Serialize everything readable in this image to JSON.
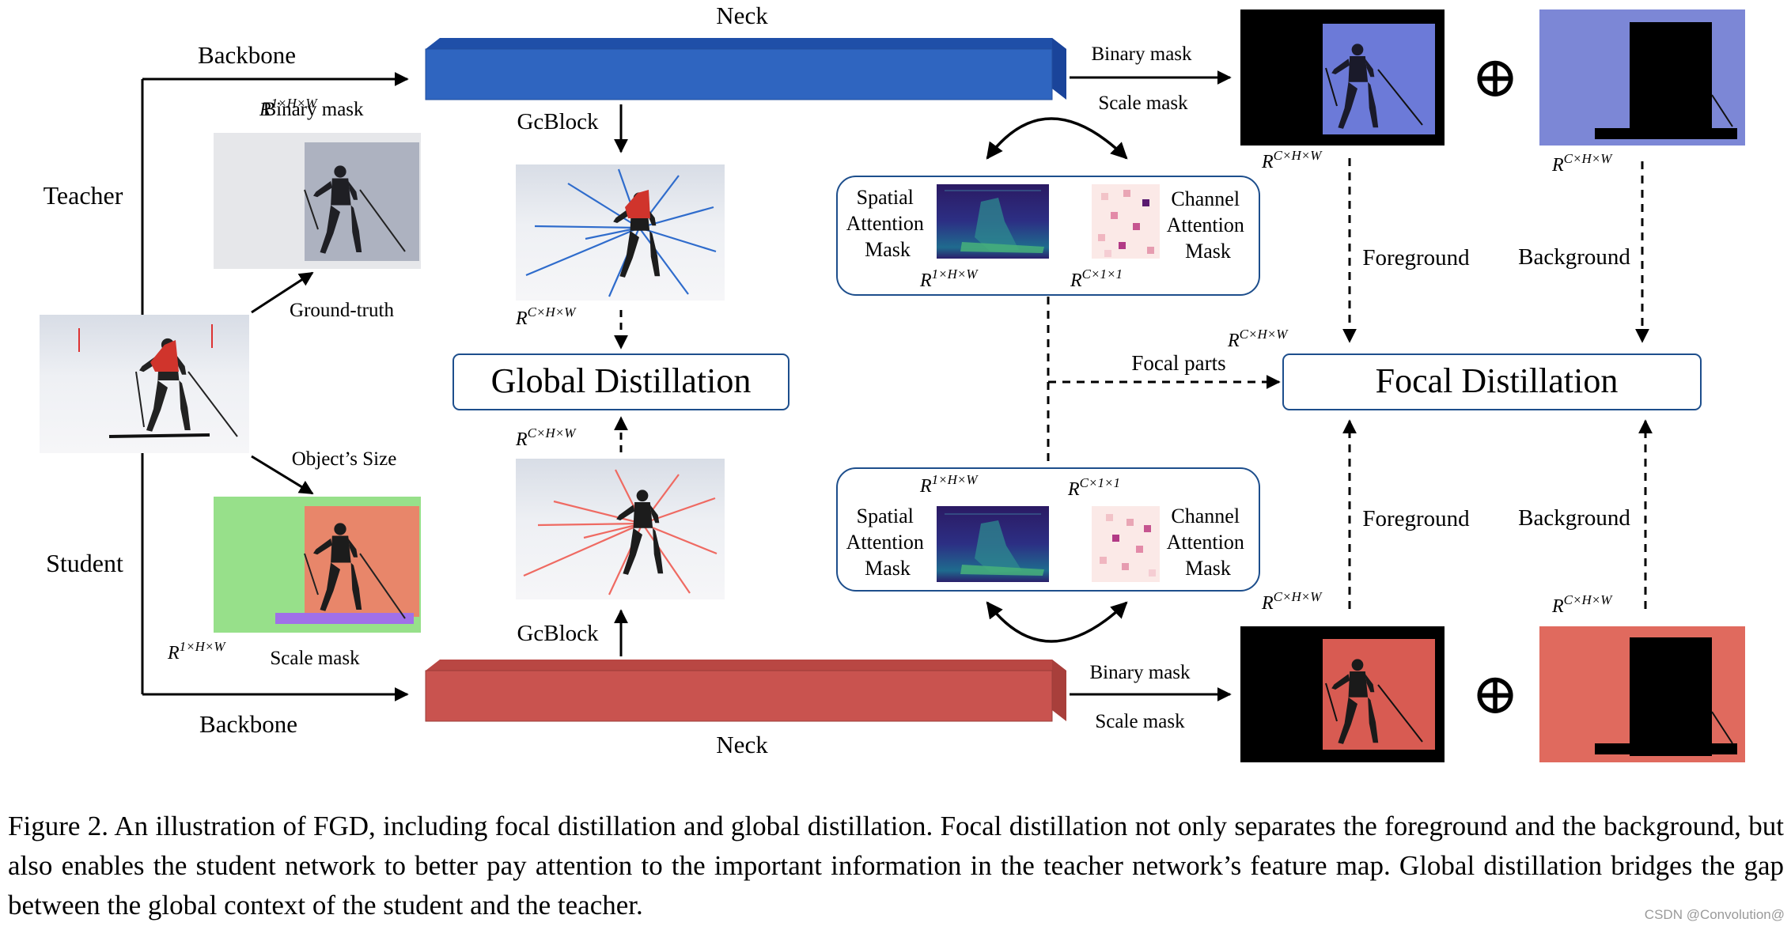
{
  "labels": {
    "teacher": "Teacher",
    "student": "Student",
    "backbone": "Backbone",
    "neck": "Neck",
    "gcblock": "GcBlock",
    "binary_mask": "Binary mask",
    "scale_mask": "Scale mask",
    "ground_truth": "Ground-truth",
    "objects_size": "Object’s Size",
    "global_distillation": "Global Distillation",
    "focal_distillation": "Focal Distillation",
    "focal_parts": "Focal parts",
    "foreground": "Foreground",
    "background": "Background",
    "spatial_attention_mask": [
      "Spatial",
      "Attention",
      "Mask"
    ],
    "channel_attention_mask": [
      "Channel",
      "Attention",
      "Mask"
    ],
    "oplus": "⊕"
  },
  "shapes": {
    "r_1hw": {
      "base": "R",
      "sup": "1×H×W"
    },
    "r_chw": {
      "base": "R",
      "sup": "C×H×W"
    },
    "r_c11": {
      "base": "R",
      "sup": "C×1×1"
    }
  },
  "caption": "Figure 2. An illustration of FGD, including focal distillation and global distillation. Focal distillation not only separates the foreground and the background, but also enables the student network to better pay attention to the important information in the teacher network’s feature map. Global distillation bridges the gap between the global context of the student and the teacher.",
  "watermark": "CSDN @Convolution@",
  "colors": {
    "teacher_neck": "#2f65c0",
    "student_neck": "#c9534f",
    "teacher_overlay": "#6c7ad8",
    "student_overlay": "#e06a5e",
    "teacher_rays": "#2f6ccc",
    "student_rays": "#ef6a62",
    "scale_mask_orange": "#e8866a",
    "scale_mask_green": "#8ee07a",
    "scale_mask_purple": "#a070e8"
  }
}
